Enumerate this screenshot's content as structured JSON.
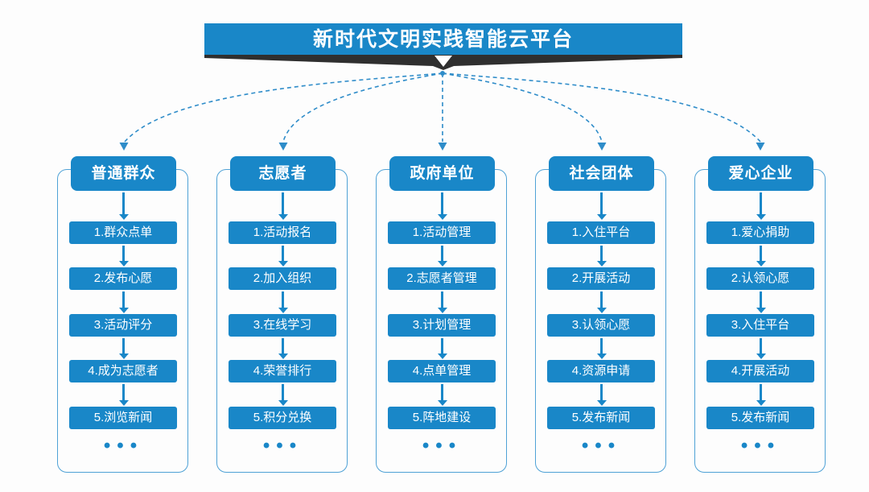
{
  "banner": {
    "title": "新时代文明实践智能云平台"
  },
  "colors": {
    "primary_blue": "#1987c8",
    "frame_outline_blue": "#4fa2d6",
    "connector_blue": "#2e8cc9",
    "ribbon_dark": "#2f2f2f",
    "text_on_primary": "#ffffff",
    "background": "#fdfdfd"
  },
  "icons": {
    "ribbon_arrow": "down-arrow",
    "hub_marker": "converge-dot",
    "flow_arrow": "down-arrow"
  },
  "columns": [
    {
      "title": "普通群众",
      "items": [
        "1.群众点单",
        "2.发布心愿",
        "3.活动评分",
        "4.成为志愿者",
        "5.浏览新闻"
      ],
      "more": "•••"
    },
    {
      "title": "志愿者",
      "items": [
        "1.活动报名",
        "2.加入组织",
        "3.在线学习",
        "4.荣誉排行",
        "5.积分兑换"
      ],
      "more": "•••"
    },
    {
      "title": "政府单位",
      "items": [
        "1.活动管理",
        "2.志愿者管理",
        "3.计划管理",
        "4.点单管理",
        "5.阵地建设"
      ],
      "more": "•••"
    },
    {
      "title": "社会团体",
      "items": [
        "1.入住平台",
        "2.开展活动",
        "3.认领心愿",
        "4.资源申请",
        "5.发布新闻"
      ],
      "more": "•••"
    },
    {
      "title": "爱心企业",
      "items": [
        "1.爱心捐助",
        "2.认领心愿",
        "3.入住平台",
        "4.开展活动",
        "5.发布新闻"
      ],
      "more": "•••"
    }
  ]
}
